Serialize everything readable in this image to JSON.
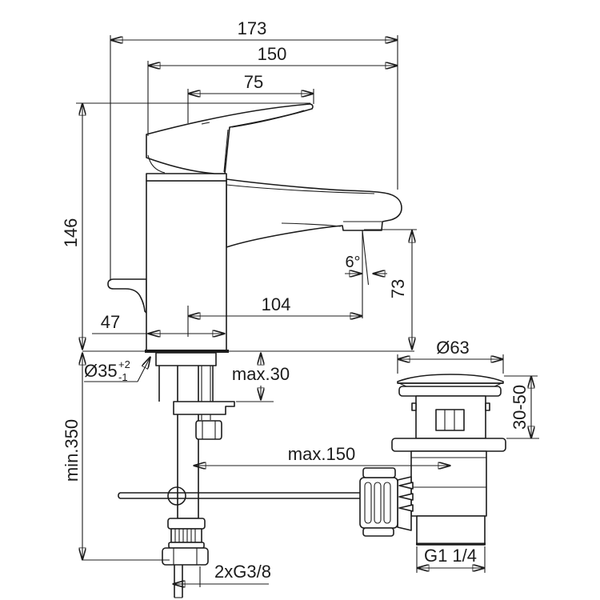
{
  "drawing": {
    "labels": {
      "width_total": "173",
      "width_spout_tip": "150",
      "width_handle": "75",
      "height_body": "146",
      "spout_angle": "6°",
      "spout_height": "73",
      "spout_reach": "104",
      "base_width": "47",
      "hole_dia": "Ø35",
      "hole_tol_plus": "+2",
      "hole_tol_minus": "-1",
      "deck_thickness_max": "max.30",
      "hose_length_min": "min.350",
      "rod_distance_max": "max.150",
      "waste_plug_dia": "Ø63",
      "waste_adjust_range": "30-50",
      "supply_thread": "2xG3/8",
      "waste_thread": "G1 1/4"
    },
    "colors": {
      "line": "#1c1c1c",
      "background": "#ffffff"
    }
  }
}
